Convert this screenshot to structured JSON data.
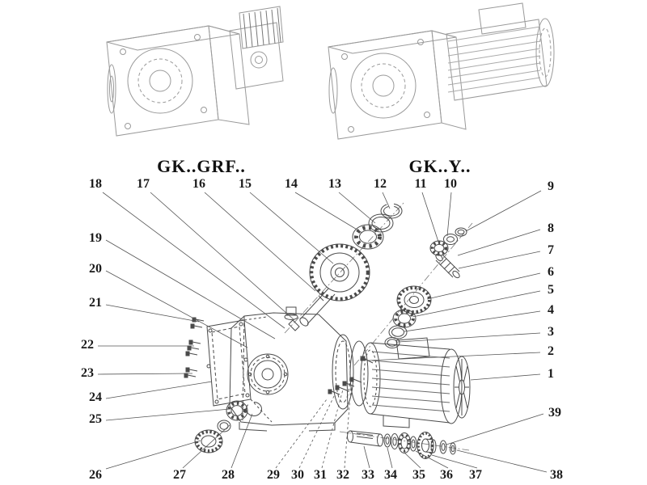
{
  "diagram": {
    "left_model_label": "GK..GRF..",
    "right_model_label": "GK..Y..",
    "callouts": {
      "c1": "1",
      "c2": "2",
      "c3": "3",
      "c4": "4",
      "c5": "5",
      "c6": "6",
      "c7": "7",
      "c8": "8",
      "c9": "9",
      "c10": "10",
      "c11": "11",
      "c12": "12",
      "c13": "13",
      "c14": "14",
      "c15": "15",
      "c16": "16",
      "c17": "17",
      "c18": "18",
      "c19": "19",
      "c20": "20",
      "c21": "21",
      "c22": "22",
      "c23": "23",
      "c24": "24",
      "c25": "25",
      "c26": "26",
      "c27": "27",
      "c28": "28",
      "c29": "29",
      "c30": "30",
      "c31": "31",
      "c32": "32",
      "c33": "33",
      "c34": "34",
      "c35": "35",
      "c36": "36",
      "c37": "37",
      "c38": "38",
      "c39": "39"
    }
  }
}
